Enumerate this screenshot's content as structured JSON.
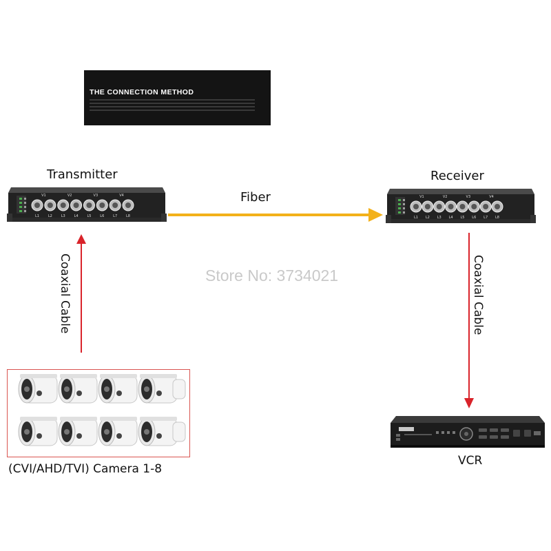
{
  "header": {
    "title": "THE CONNECTION METHOD"
  },
  "diagram": {
    "transmitter_label": "Transmitter",
    "receiver_label": "Receiver",
    "fiber_label": "Fiber",
    "watermark": "Store No: 3734021",
    "left_cable_label": "Coaxial Cable",
    "right_cable_label": "Coaxial Cable",
    "camera_caption": "(CVI/AHD/TVI) Camera 1-8",
    "vcr_label": "VCR",
    "device_port_labels": [
      "L1",
      "L2",
      "L3",
      "L4",
      "L5",
      "L6",
      "L7",
      "L8"
    ],
    "device_group_labels": [
      "V1",
      "V2",
      "V3",
      "V4"
    ]
  },
  "colors": {
    "fiber_arrow": "#f3b11a",
    "coax_arrow": "#d9232a",
    "camera_border": "#d9534f",
    "watermark": "#c9c9c9"
  },
  "icons": {
    "transmitter": "fiber-transmitter-device-icon",
    "receiver": "fiber-receiver-device-icon",
    "camera": "bullet-camera-icon",
    "vcr": "vcr-recorder-icon"
  }
}
